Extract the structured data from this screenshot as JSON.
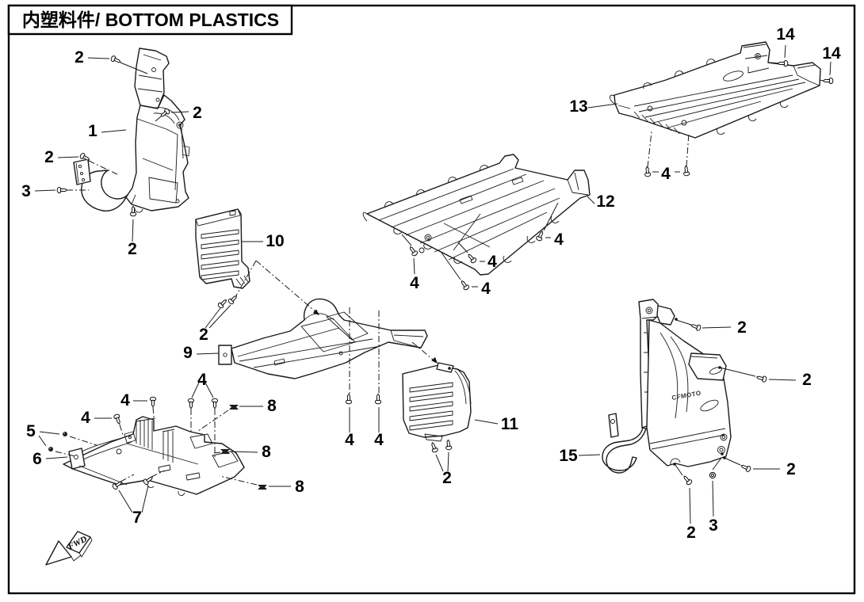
{
  "figure": {
    "title": "内塑料件/ BOTTOM PLASTICS",
    "forward_marker": "FWD",
    "embossed_logo": "CFMOTO"
  },
  "callouts": [
    {
      "label": "2"
    },
    {
      "label": "2"
    },
    {
      "label": "1"
    },
    {
      "label": "2"
    },
    {
      "label": "3"
    },
    {
      "label": "2"
    },
    {
      "label": "10"
    },
    {
      "label": "2"
    },
    {
      "label": "9"
    },
    {
      "label": "4"
    },
    {
      "label": "4"
    },
    {
      "label": "11"
    },
    {
      "label": "2"
    },
    {
      "label": "12"
    },
    {
      "label": "4"
    },
    {
      "label": "4"
    },
    {
      "label": "4"
    },
    {
      "label": "4"
    },
    {
      "label": "13"
    },
    {
      "label": "14"
    },
    {
      "label": "14"
    },
    {
      "label": "4"
    },
    {
      "label": "15"
    },
    {
      "label": "2"
    },
    {
      "label": "2"
    },
    {
      "label": "2"
    },
    {
      "label": "2"
    },
    {
      "label": "3"
    },
    {
      "label": "4"
    },
    {
      "label": "4"
    },
    {
      "label": "4"
    },
    {
      "label": "5"
    },
    {
      "label": "6"
    },
    {
      "label": "7"
    },
    {
      "label": "8"
    },
    {
      "label": "8"
    },
    {
      "label": "8"
    }
  ]
}
